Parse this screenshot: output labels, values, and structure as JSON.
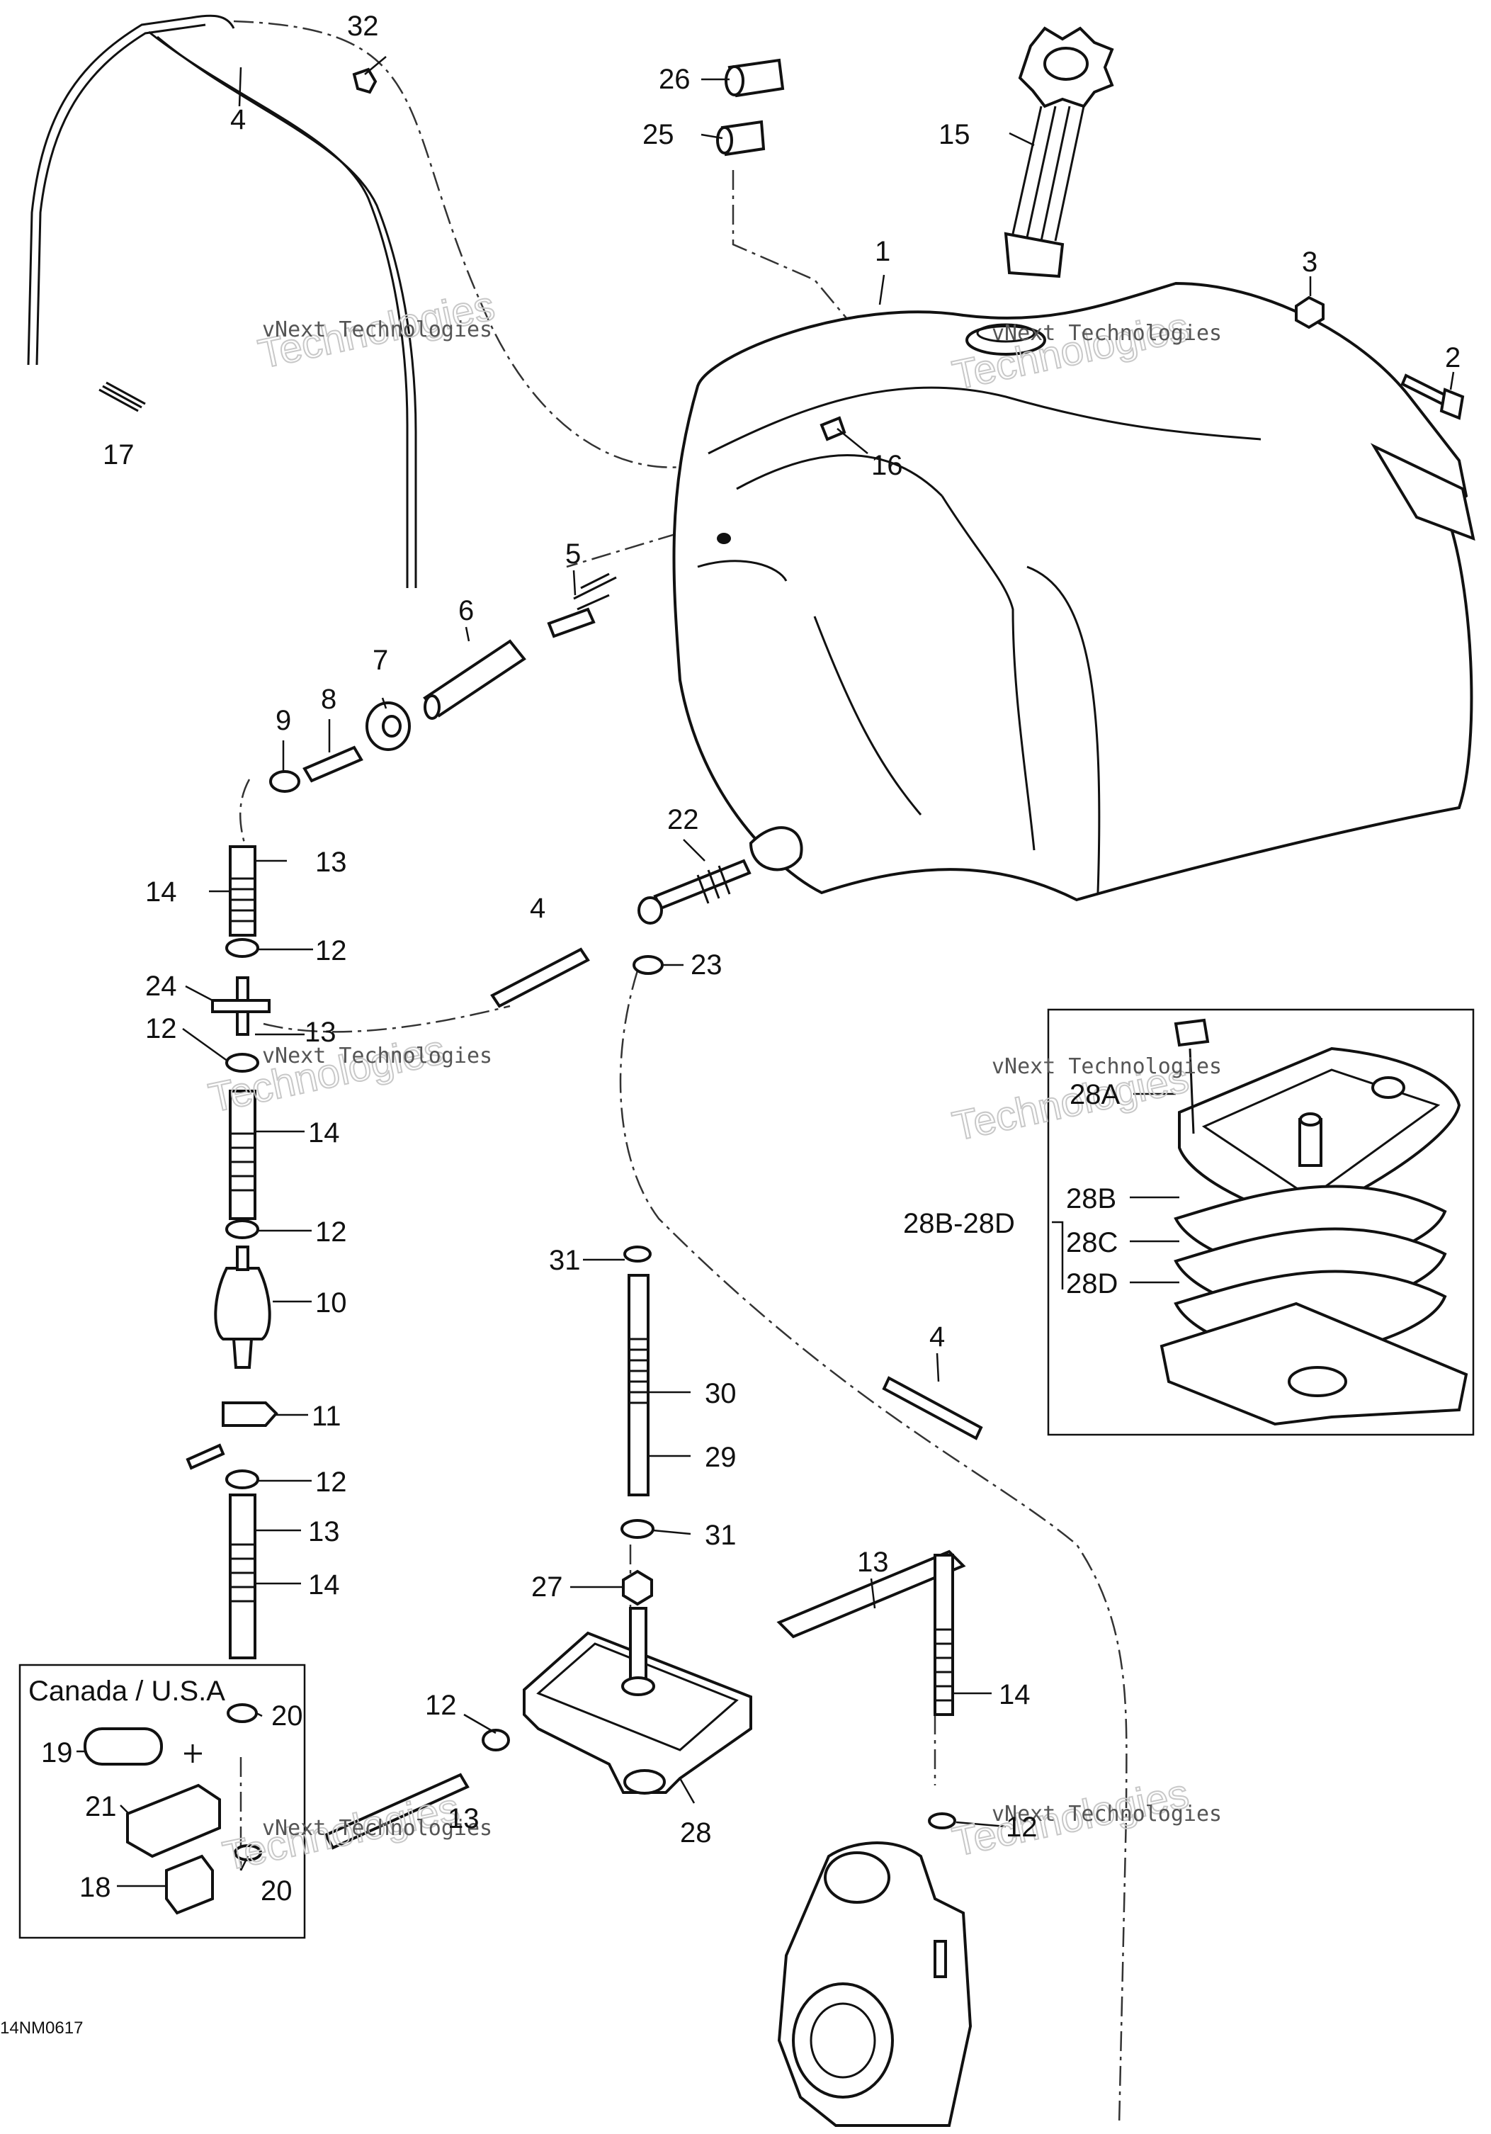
{
  "diagram_code": "14NM0617",
  "watermark": {
    "line1": "vNext Technologies",
    "line2": "Technologies"
  },
  "inset_labels": {
    "region": "Canada / U.S.A",
    "pump_kit": "28B-28D"
  },
  "callouts": {
    "c1": "1",
    "c2": "2",
    "c3": "3",
    "c4a": "4",
    "c4b": "4",
    "c4c": "4",
    "c5": "5",
    "c6": "6",
    "c7": "7",
    "c8": "8",
    "c9": "9",
    "c10": "10",
    "c11": "11",
    "c12a": "12",
    "c12b": "12",
    "c12c": "12",
    "c12d": "12",
    "c12e": "12",
    "c12f": "12",
    "c13a": "13",
    "c13b": "13",
    "c13c": "13",
    "c13d": "13",
    "c13e": "13",
    "c14a": "14",
    "c14b": "14",
    "c14c": "14",
    "c14d": "14",
    "c15": "15",
    "c16": "16",
    "c17": "17",
    "c18": "18",
    "c19": "19",
    "c20a": "20",
    "c20b": "20",
    "c21": "21",
    "c22": "22",
    "c23": "23",
    "c24": "24",
    "c25": "25",
    "c26": "26",
    "c27": "27",
    "c28": "28",
    "c28a": "28A",
    "c28b": "28B",
    "c28c": "28C",
    "c28d": "28D",
    "c29": "29",
    "c30": "30",
    "c31a": "31",
    "c31b": "31",
    "c32": "32"
  }
}
